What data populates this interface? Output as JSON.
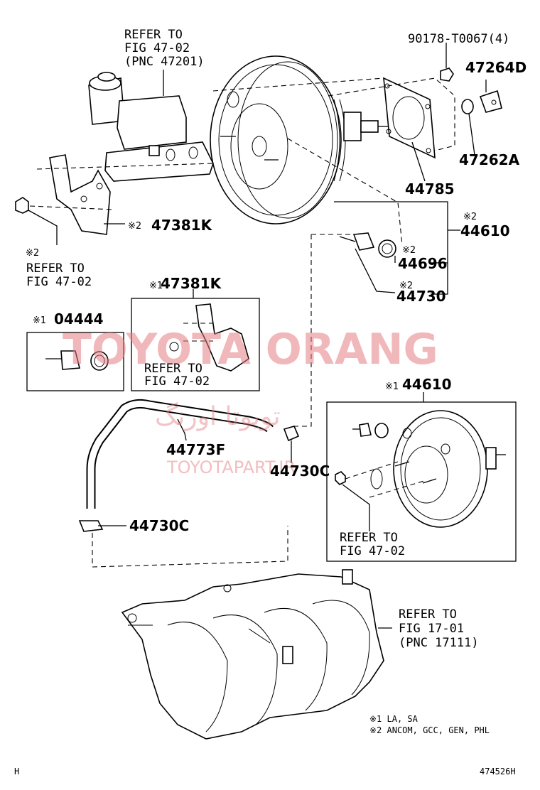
{
  "refs": {
    "master_cyl": [
      "REFER TO",
      "FIG 47-02",
      "(PNC 47201)"
    ],
    "bracket": [
      "REFER TO",
      "FIG 47-02"
    ],
    "inset_bracket": [
      "REFER TO",
      "FIG 47-02"
    ],
    "inset_booster": [
      "REFER TO",
      "FIG 47-02"
    ],
    "manifold": [
      "REFER TO",
      "FIG 17-01",
      "(PNC 17111)"
    ]
  },
  "parts": {
    "p90178": "90178-T0067(4)",
    "p47264D": "47264D",
    "p47262A": "47262A",
    "p44785": "44785",
    "p44610": "44610",
    "p44696": "44696",
    "p44730": "44730",
    "p47381K": "47381K",
    "p47381K_inset": "47381K",
    "p04444": "04444",
    "p44610_inset": "44610",
    "p44773F": "44773F",
    "p44730C_a": "44730C",
    "p44730C_b": "44730C"
  },
  "marks": {
    "m2_44610": "※2",
    "m2_44696": "※2",
    "m2_44730": "※2",
    "m2_47381K": "※2",
    "m2_refer": "※2",
    "m1_47381K": "※1",
    "m1_04444": "※1",
    "m1_44610": "※1"
  },
  "notes": {
    "n1": "※1  LA, SA",
    "n2": "※2  ANCOM, GCC, GEN, PHL"
  },
  "footer": {
    "left": "H",
    "right": "474526H"
  },
  "watermark": {
    "main": "TOYOTA ORANG",
    "persian": "تویوتا اورنگ",
    "url": "TOYOTAPART.IR"
  }
}
